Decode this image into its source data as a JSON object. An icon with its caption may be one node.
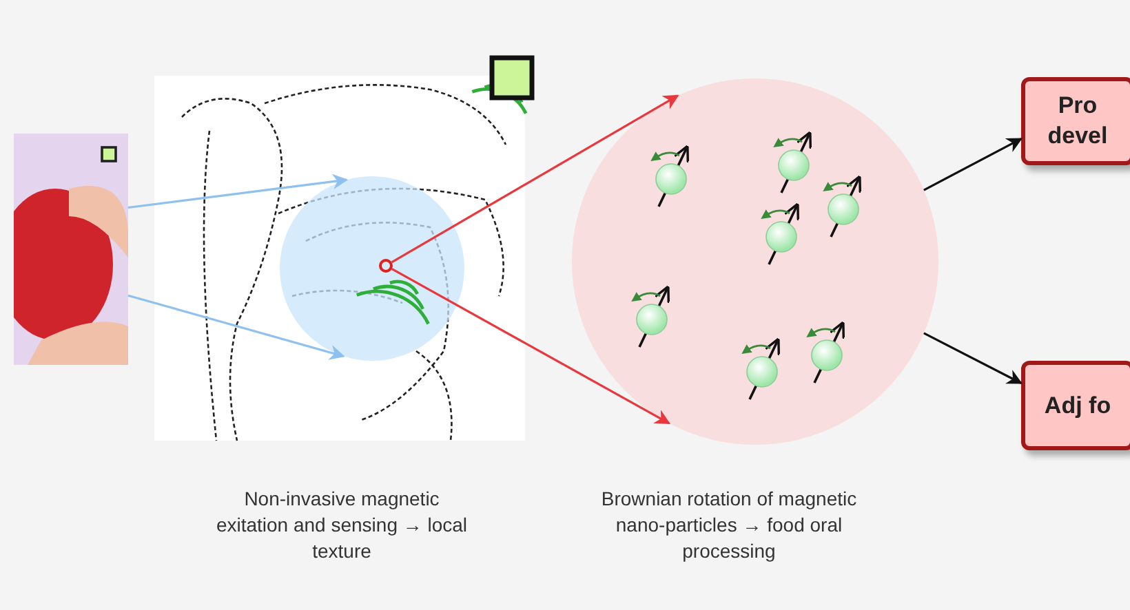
{
  "diagram": {
    "nodes": [
      {
        "text": [],
        "shape": "picture"
      },
      {
        "text": [],
        "shape": "picture",
        "beside": [
          "Non-invasive magnetic exitation and sensing → local texture"
        ]
      },
      {
        "text": [],
        "shape": "circle",
        "in": 1
      },
      {
        "text": [],
        "shape": "circle",
        "in": 2
      },
      {
        "text": [],
        "shape": "circle",
        "beside": [
          "Brownian rotation of magnetic nano-particles → food oral processing"
        ]
      },
      {
        "text": [
          "Pro devel"
        ]
      },
      {
        "text": [
          "Adj fo"
        ]
      }
    ],
    "edges": [
      {
        "from": 0,
        "to": 2,
        "arrow": "to",
        "color": "#8ec0f0"
      },
      {
        "from": 0,
        "to": 2,
        "arrow": "to",
        "color": "#8ec0f0"
      },
      {
        "from": 3,
        "to": 4,
        "arrow": "to",
        "color": "#e8383d"
      },
      {
        "from": 3,
        "to": 4,
        "arrow": "to",
        "color": "#e8383d"
      },
      {
        "from": 4,
        "to": 5,
        "arrow": "to",
        "color": "#111111"
      },
      {
        "from": 4,
        "to": 6,
        "arrow": "to",
        "color": "#111111"
      }
    ]
  }
}
